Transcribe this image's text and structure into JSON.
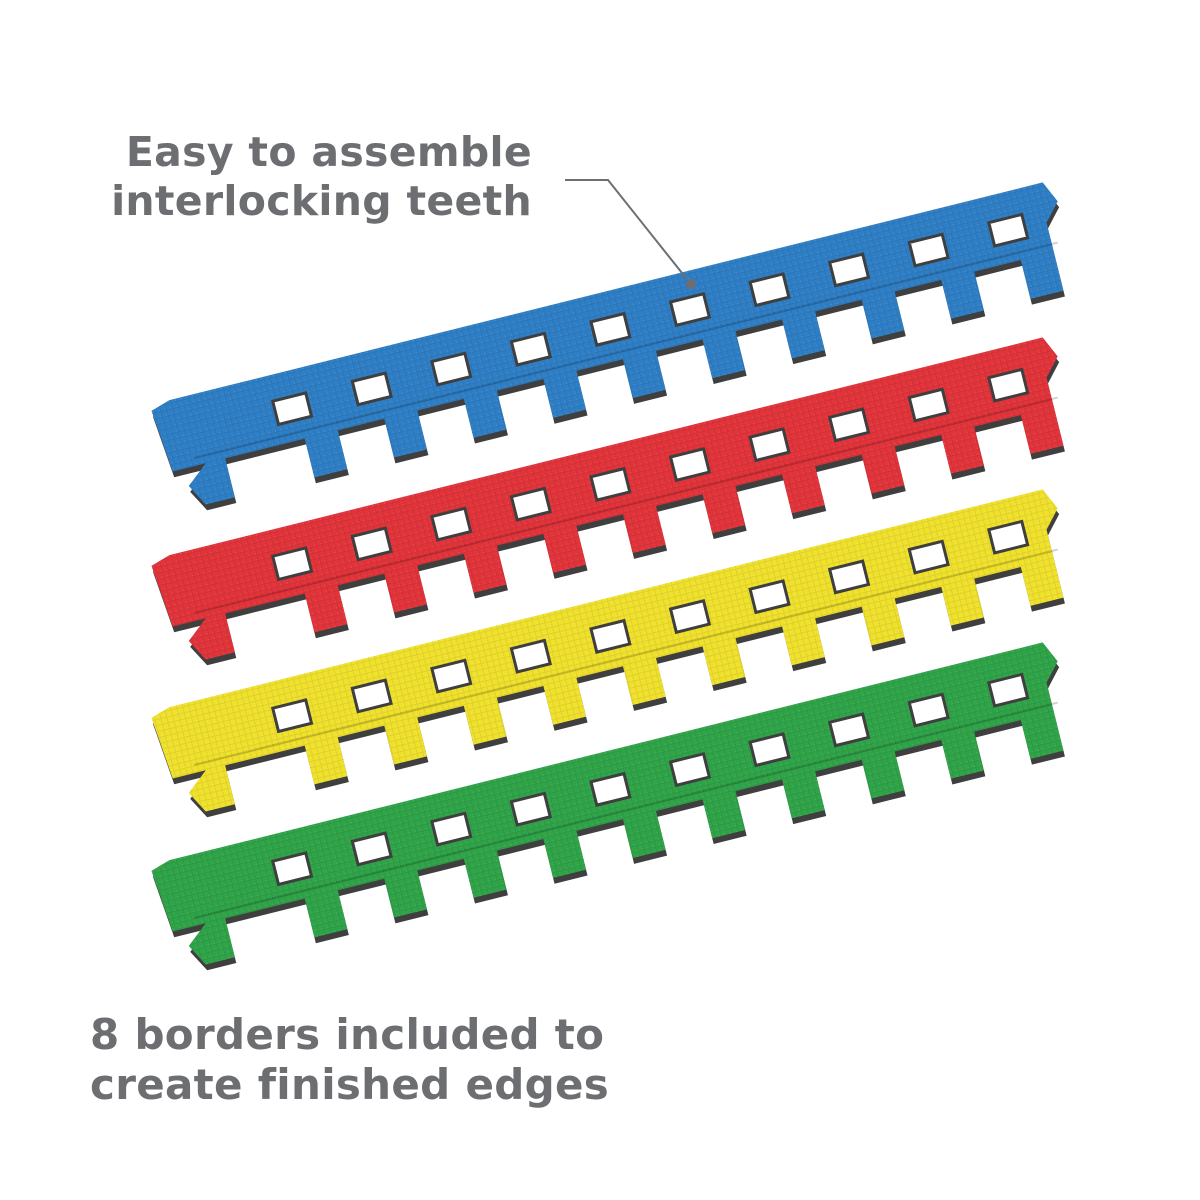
{
  "callout_top": {
    "line1": "Easy to assemble",
    "line2": "interlocking teeth"
  },
  "callout_bottom": {
    "line1": "8 borders included to",
    "line2": "create finished edges"
  },
  "pointer_color": "#6d6e71",
  "foam_side_color": "#3f3f3f",
  "strips": [
    {
      "name": "blue-border-strip",
      "color": "#2f7fc6"
    },
    {
      "name": "red-border-strip",
      "color": "#e2343b"
    },
    {
      "name": "yellow-border-strip",
      "color": "#f0e12d"
    },
    {
      "name": "green-border-strip",
      "color": "#30a449"
    }
  ]
}
